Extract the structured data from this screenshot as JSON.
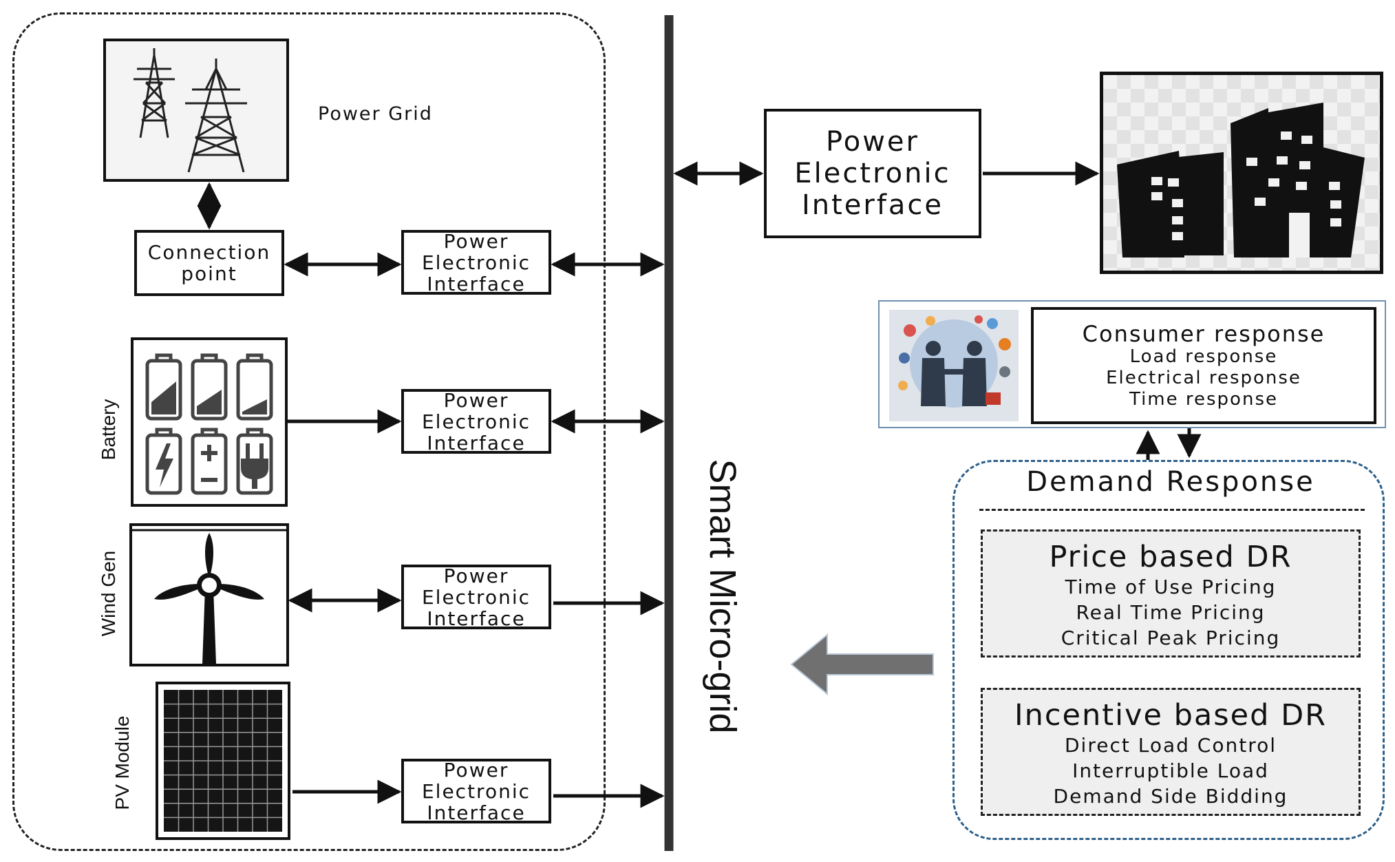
{
  "left_group": {
    "power_grid_label": "Power Grid",
    "connection_point": [
      "Connection",
      "point"
    ],
    "battery_label": "Battery",
    "wind_label": "Wind Gen",
    "pv_label": "PV Module",
    "pei_lines": [
      "Power",
      "Electronic",
      "Interface"
    ]
  },
  "bus": {
    "label": "Smart Micro-grid"
  },
  "load_side": {
    "pei_lines": [
      "Power",
      "Electronic",
      "Interface"
    ]
  },
  "consumer": {
    "title": "Consumer response",
    "items": [
      "Load response",
      "Electrical response",
      "Time response"
    ]
  },
  "demand_response": {
    "title": "Demand Response",
    "price_based": {
      "title": "Price based DR",
      "items": [
        "Time of Use Pricing",
        "Real Time Pricing",
        "Critical Peak Pricing"
      ]
    },
    "incentive_based": {
      "title": "Incentive based DR",
      "items": [
        "Direct Load Control",
        "Interruptible Load",
        "Demand Side Bidding"
      ]
    }
  },
  "colors": {
    "line": "#111111",
    "dashed_blue": "#2d5f8a",
    "big_arrow": "#707070",
    "dr_fill": "#efefef"
  },
  "icons": [
    "transmission-tower-icon",
    "battery-icon",
    "wind-turbine-icon",
    "solar-panel-icon",
    "city-buildings-icon",
    "handshake-icon"
  ]
}
